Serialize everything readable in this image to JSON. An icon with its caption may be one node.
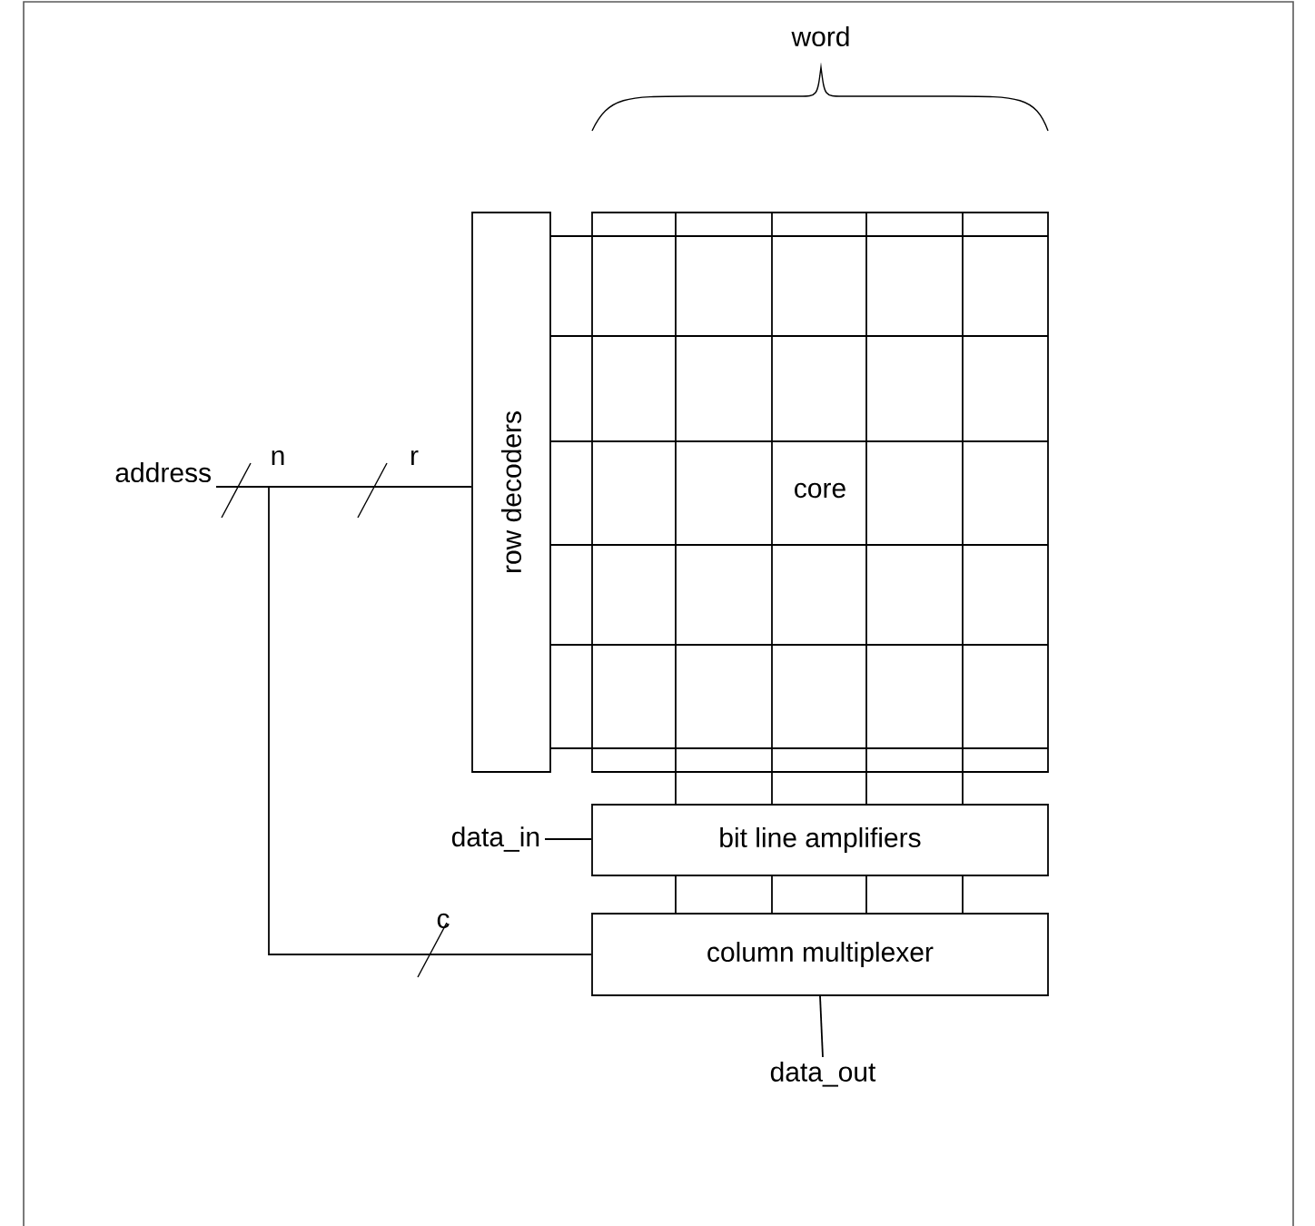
{
  "diagram": {
    "nodes": [
      {
        "text": [
          "address"
        ]
      },
      {
        "text": [
          "row decoders"
        ]
      },
      {
        "text": [
          "core"
        ]
      },
      {
        "text": [
          "bit line amplifiers"
        ]
      },
      {
        "text": [
          "column multiplexer"
        ]
      },
      {
        "text": [
          "data_in"
        ]
      },
      {
        "text": [
          "data_out"
        ]
      }
    ],
    "edges": [
      {
        "from": 0,
        "to": 1,
        "arrow": "none",
        "label": "r"
      },
      {
        "from": 0,
        "to": 4,
        "arrow": "none",
        "label": "c"
      },
      {
        "from": 1,
        "to": 2,
        "arrow": "none"
      },
      {
        "from": 2,
        "to": 3,
        "arrow": "none"
      },
      {
        "from": 3,
        "to": 4,
        "arrow": "none"
      },
      {
        "from": 5,
        "to": 3,
        "arrow": "none"
      },
      {
        "from": 4,
        "to": 6,
        "arrow": "none"
      }
    ],
    "labels": [
      "n",
      "word"
    ]
  }
}
